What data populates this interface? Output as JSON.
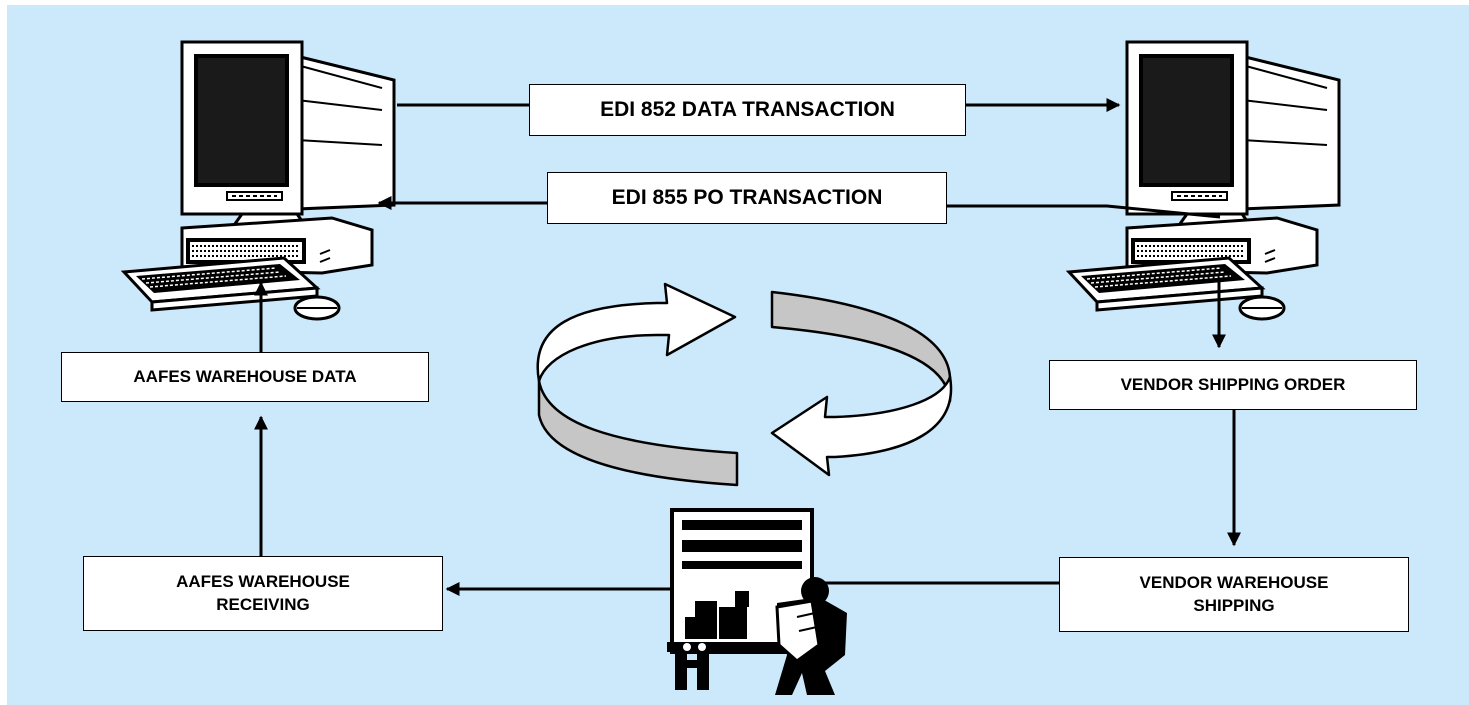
{
  "labels": {
    "edi_852": "EDI 852 DATA TRANSACTION",
    "edi_855": "EDI 855 PO TRANSACTION",
    "aafes_warehouse_data": "AAFES WAREHOUSE DATA",
    "vendor_shipping_order": "VENDOR SHIPPING ORDER",
    "aafes_warehouse_receiving": "AAFES WAREHOUSE\nRECEIVING",
    "vendor_warehouse_shipping": "VENDOR WAREHOUSE\nSHIPPING"
  },
  "icons": [
    "computer-icon",
    "computer-icon",
    "cycle-arrows-icon",
    "warehouse-worker-icon"
  ],
  "colors": {
    "background": "#cce8fb",
    "box": "#ffffff",
    "cycle_fill": "#c8c8c8",
    "line": "#000000"
  }
}
